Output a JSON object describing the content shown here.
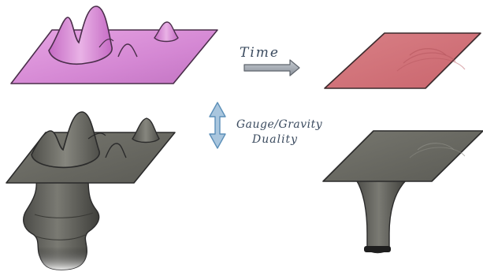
{
  "labels": {
    "time": "Time",
    "gauge_gravity_line1": "Gauge/Gravity",
    "gauge_gravity_line2": "Duality"
  },
  "colors": {
    "magenta_surface": "#d98ad8",
    "magenta_edge": "#4a2e4a",
    "equilibrium_surface": "#d47a80",
    "gray_surface": "#6c6c66",
    "gray_edge": "#2b2b2b",
    "arrow_blue": "#5c8fb8",
    "arrow_gray": "#9aa0a8",
    "ink": "#2e2e2e"
  }
}
